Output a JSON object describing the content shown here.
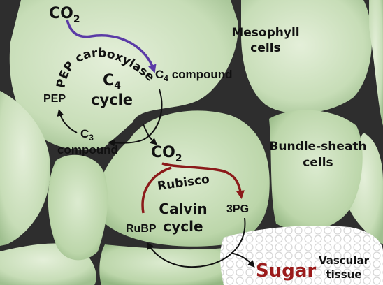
{
  "labels": {
    "co2_top": "CO",
    "co2_top_sub": "2",
    "mesophyll": [
      "Mesophyll",
      "cells"
    ],
    "pep_carboxylase": "PEP carboxylase",
    "c4_cycle_c": "C",
    "c4_cycle_sub": "4",
    "c4_cycle_word": "cycle",
    "c4_compound_c": "C",
    "c4_compound_sub": "4",
    "c4_compound_word": " compound",
    "pep": "PEP",
    "c3_compound_c": "C",
    "c3_compound_sub": "3",
    "c3_compound_word": "compound",
    "co2_mid": "CO",
    "co2_mid_sub": "2",
    "bundle_sheath": [
      "Bundle-sheath",
      "cells"
    ],
    "rubisco": "Rubisco",
    "calvin": [
      "Calvin",
      "cycle"
    ],
    "three_pg": "3PG",
    "rubp": "RuBP",
    "sugar": "Sugar",
    "vascular": [
      "Vascular",
      "tissue"
    ]
  },
  "colors": {
    "cell_fill": "#cfe3c0",
    "cell_dark": "#a9c99a",
    "gap": "#2e2e2e",
    "pep_arrow": "#5a3aa6",
    "rubisco_arrow": "#8b1a1a",
    "sugar": "#9b1b1b",
    "vascular": "#f4f4f4"
  }
}
